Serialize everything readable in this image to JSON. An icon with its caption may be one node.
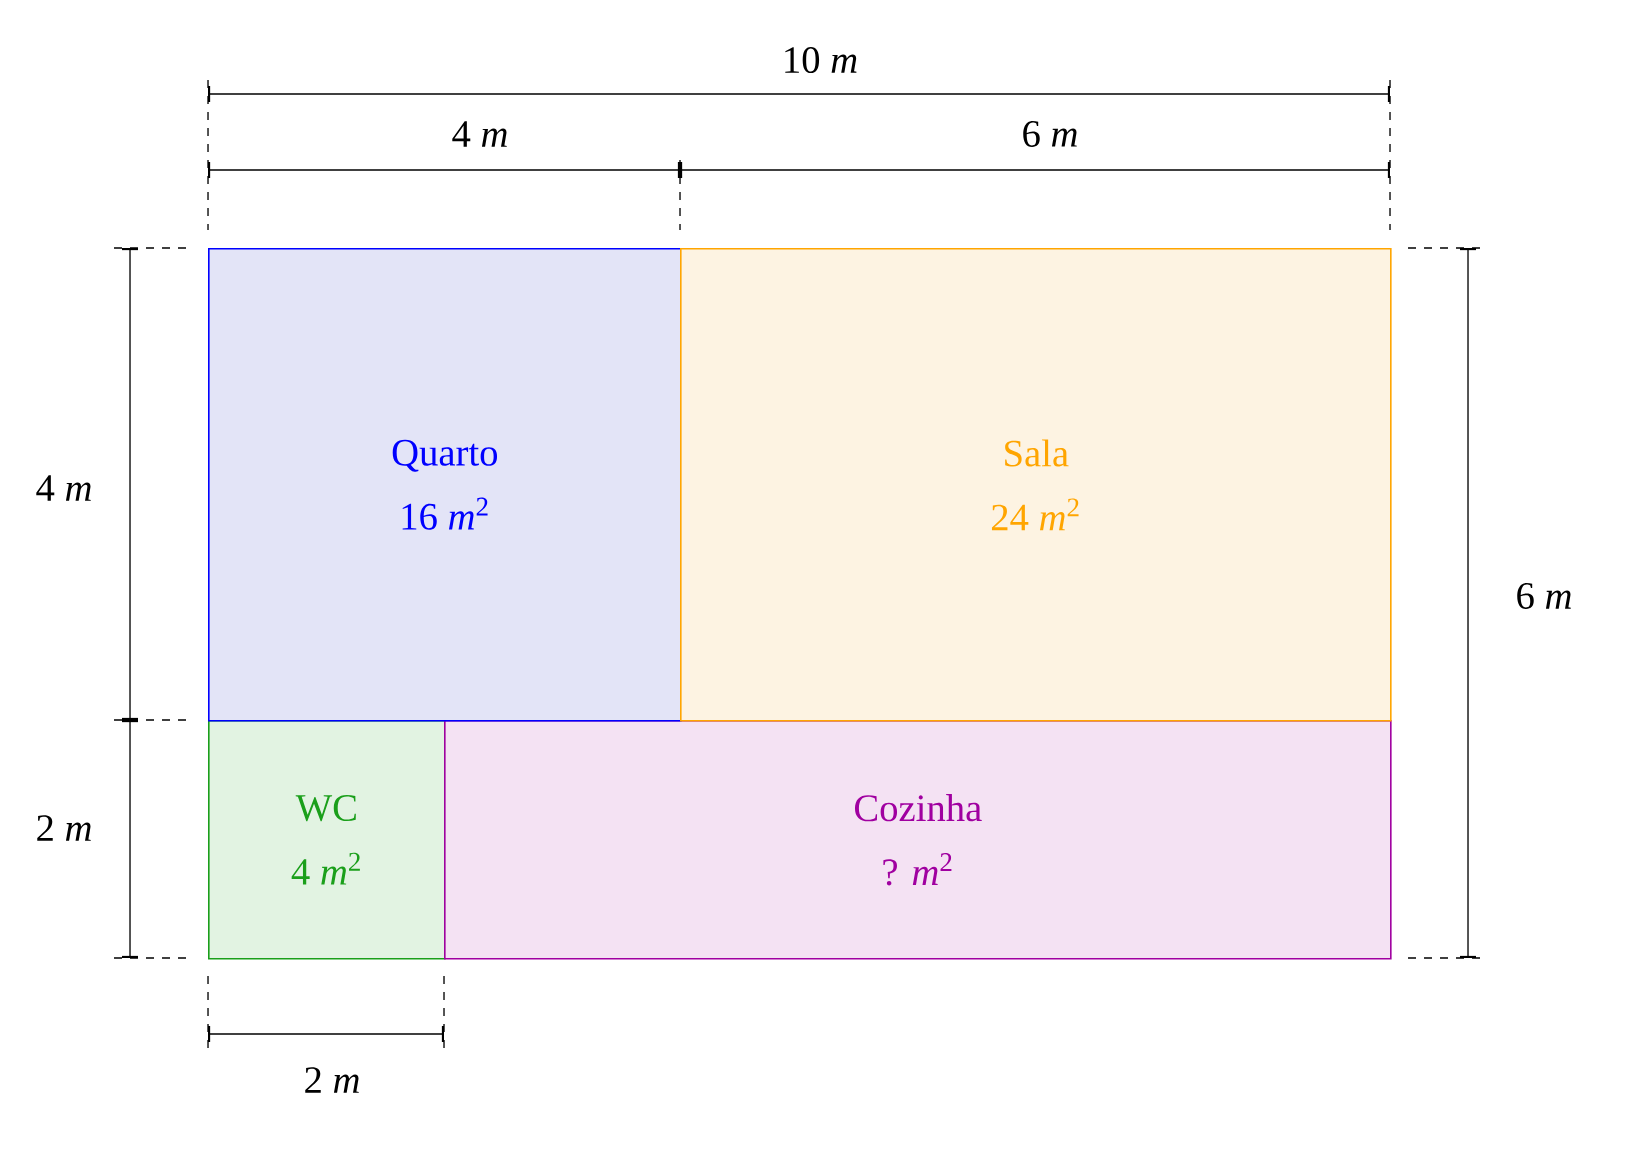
{
  "diagram": {
    "nodes": [
      {
        "text": [
          "Quarto",
          "16 *m*$^{2}$"
        ]
      },
      {
        "text": [
          "Sala",
          "24 *m*$^{2}$"
        ]
      },
      {
        "text": [
          "WC",
          "4 *m*$^{2}$"
        ]
      },
      {
        "text": [
          "Cozinha",
          "? *m*$^{2}$"
        ]
      }
    ],
    "edges": [],
    "labels": [
      "10 *m*",
      "4 *m*",
      "6 *m*",
      "4 *m*",
      "6 *m*",
      "2 *m*",
      "2 *m*"
    ]
  }
}
